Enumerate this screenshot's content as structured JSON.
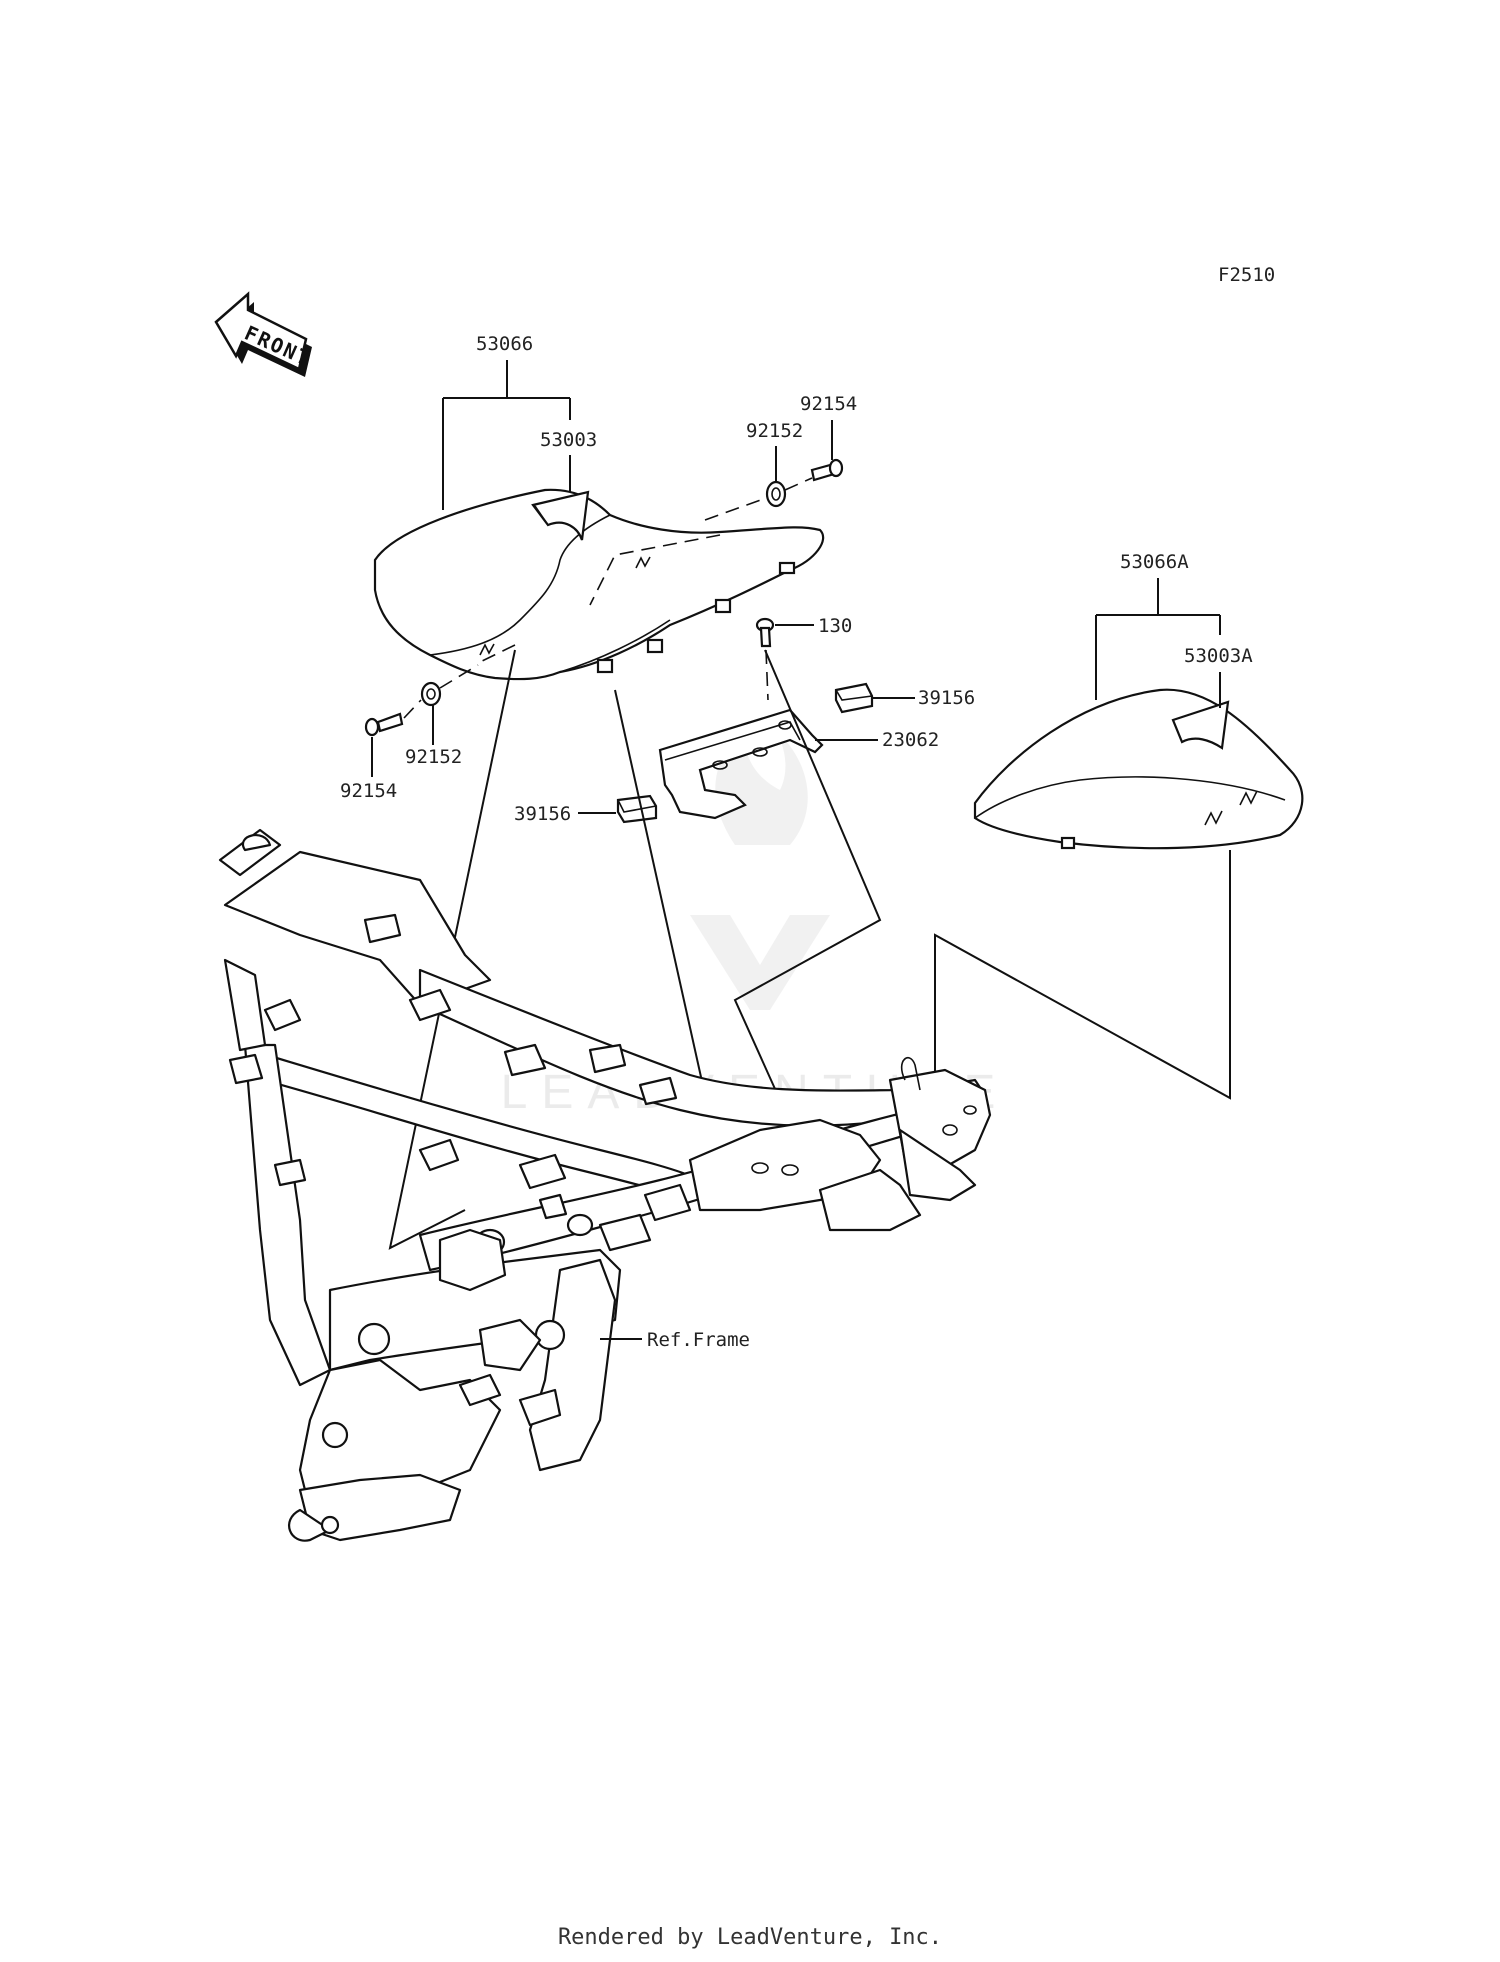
{
  "figure_code": "F2510",
  "direction_label": "FRONT",
  "callouts": {
    "seat_assy": "53066",
    "seat_cover": "53003",
    "seat_assy_a": "53066A",
    "seat_cover_a": "53003A",
    "washer_right": "92152",
    "bolt_right": "92154",
    "washer_left": "92152",
    "bolt_left": "92154",
    "bolt_130": "130",
    "damper_right": "39156",
    "damper_left": "39156",
    "bracket": "23062",
    "frame_ref": "Ref.Frame"
  },
  "footer_text": "Rendered by LeadVenture, Inc.",
  "watermark_text": "LEADVENTURE"
}
